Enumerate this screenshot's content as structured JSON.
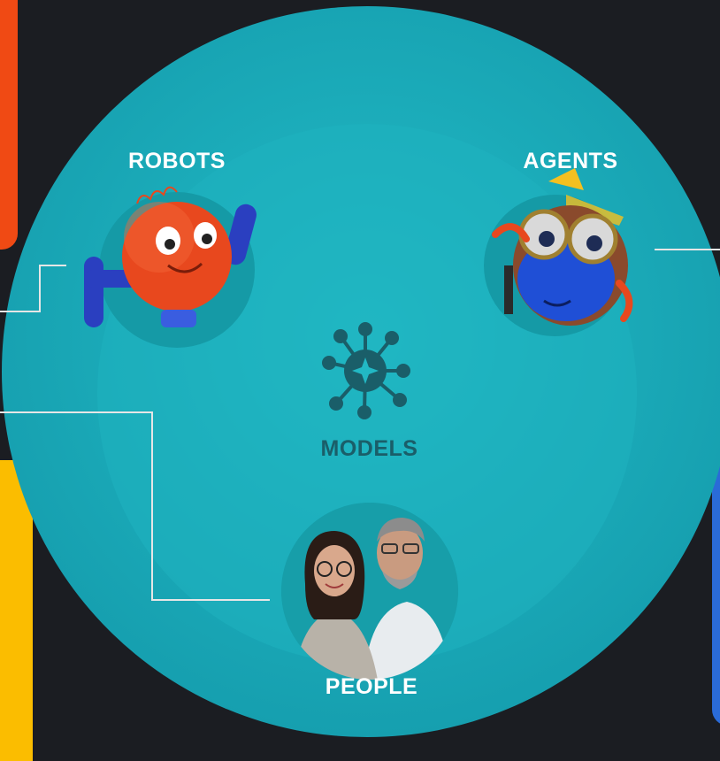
{
  "colors": {
    "background": "#1b1d22",
    "outer_circle": "#1aa9b6",
    "inner_circle": "#20b7c3",
    "node_circle": "#159aa6",
    "model_icon": "#1a5e69",
    "connector_line": "#e6e6e6",
    "card_orange": "#f04a14",
    "card_yellow": "#fbbd00",
    "card_blue": "#2a6bd8"
  },
  "diagram": {
    "robots": {
      "label": "ROBOTS",
      "icon": "red-robot-mascot-icon"
    },
    "agents": {
      "label": "AGENTS",
      "icon": "blue-aviator-agent-mascot-icon"
    },
    "people": {
      "label": "PEOPLE",
      "icon": "people-photo-icon"
    },
    "models": {
      "label": "MODELS",
      "icon": "network-hub-icon"
    }
  }
}
